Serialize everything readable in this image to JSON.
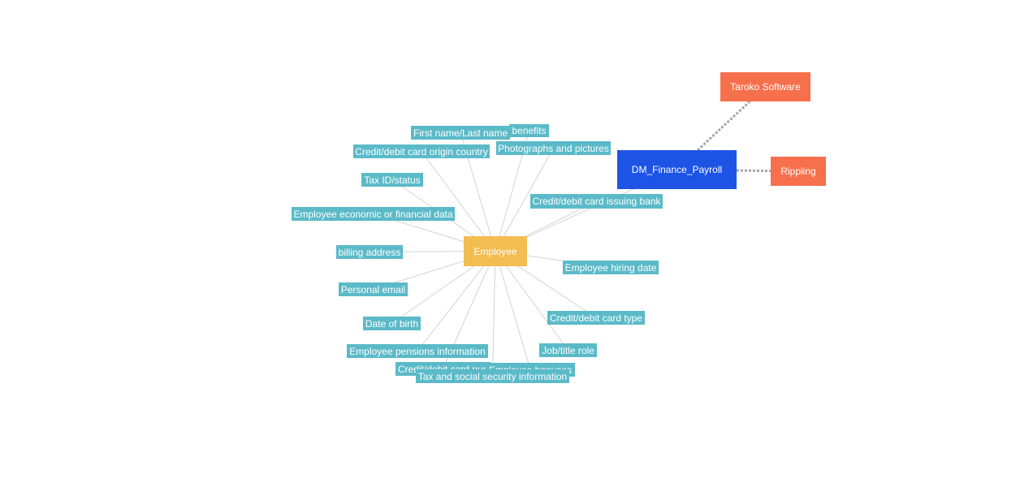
{
  "graph": {
    "center_entity": {
      "id": "employee",
      "label": "Employee",
      "color": "#f3bd52"
    },
    "system": {
      "id": "dm_finance_payroll",
      "label": "DM_Finance_Payroll",
      "color": "#1d54e6"
    },
    "vendors": [
      {
        "id": "taroko",
        "label": "Taroko Software",
        "color": "#f7704c"
      },
      {
        "id": "rippling",
        "label": "Rippling",
        "color": "#f7704c"
      }
    ],
    "attribute_color": "#5bbac8",
    "attributes": [
      {
        "id": "benefits",
        "label": "benefits"
      },
      {
        "id": "first_last_name",
        "label": "First name/Last name"
      },
      {
        "id": "card_origin_country",
        "label": "Credit/debit card origin country"
      },
      {
        "id": "photographs",
        "label": "Photographs and pictures"
      },
      {
        "id": "tax_id",
        "label": "Tax ID/status"
      },
      {
        "id": "card_issuing_bank",
        "label": "Credit/debit card issuing bank"
      },
      {
        "id": "economic_data",
        "label": "Employee economic or financial data"
      },
      {
        "id": "billing_address",
        "label": "billing address"
      },
      {
        "id": "hiring_date",
        "label": "Employee hiring date"
      },
      {
        "id": "personal_email",
        "label": "Personal email"
      },
      {
        "id": "card_type",
        "label": "Credit/debit card type"
      },
      {
        "id": "date_of_birth",
        "label": "Date of birth"
      },
      {
        "id": "job_title",
        "label": "Job/title role"
      },
      {
        "id": "pensions",
        "label": "Employee pensions information"
      },
      {
        "id": "card_number",
        "label": "Credit/debit card number"
      },
      {
        "id": "bonuses",
        "label": "Employee bonuses"
      },
      {
        "id": "tax_social_security",
        "label": "Tax and social security information"
      }
    ],
    "edges": [
      {
        "from": "employee",
        "to": "benefits",
        "style": "solid"
      },
      {
        "from": "employee",
        "to": "first_last_name",
        "style": "solid"
      },
      {
        "from": "employee",
        "to": "card_origin_country",
        "style": "solid"
      },
      {
        "from": "employee",
        "to": "photographs",
        "style": "solid"
      },
      {
        "from": "employee",
        "to": "tax_id",
        "style": "solid"
      },
      {
        "from": "employee",
        "to": "card_issuing_bank",
        "style": "solid"
      },
      {
        "from": "employee",
        "to": "economic_data",
        "style": "solid"
      },
      {
        "from": "employee",
        "to": "billing_address",
        "style": "solid"
      },
      {
        "from": "employee",
        "to": "hiring_date",
        "style": "solid"
      },
      {
        "from": "employee",
        "to": "personal_email",
        "style": "solid"
      },
      {
        "from": "employee",
        "to": "card_type",
        "style": "solid"
      },
      {
        "from": "employee",
        "to": "date_of_birth",
        "style": "solid"
      },
      {
        "from": "employee",
        "to": "job_title",
        "style": "solid"
      },
      {
        "from": "employee",
        "to": "pensions",
        "style": "solid"
      },
      {
        "from": "employee",
        "to": "card_number",
        "style": "solid"
      },
      {
        "from": "employee",
        "to": "bonuses",
        "style": "solid"
      },
      {
        "from": "employee",
        "to": "tax_social_security",
        "style": "solid"
      },
      {
        "from": "employee",
        "to": "dm_finance_payroll",
        "style": "solid"
      },
      {
        "from": "dm_finance_payroll",
        "to": "taroko",
        "style": "dashed"
      },
      {
        "from": "dm_finance_payroll",
        "to": "rippling",
        "style": "dashed"
      }
    ]
  }
}
